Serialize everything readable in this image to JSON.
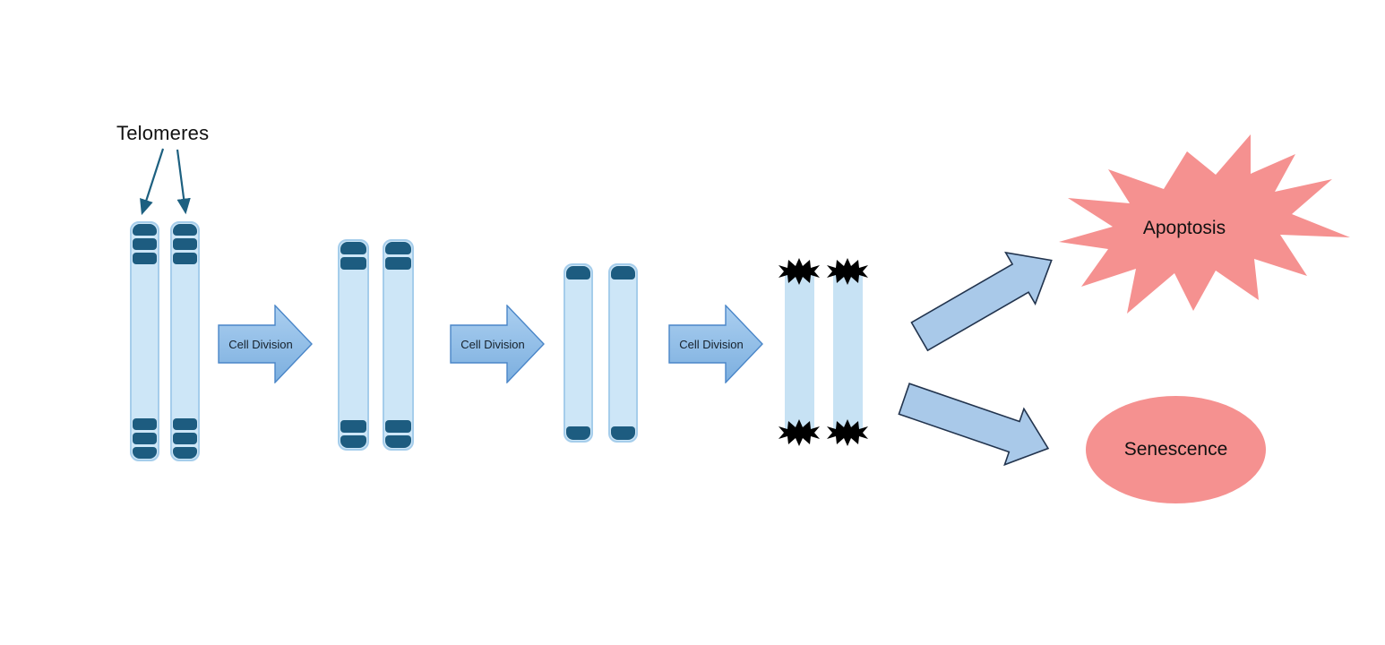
{
  "diagram": {
    "telomeres_label": "Telomeres",
    "cell_division_label": "Cell Division",
    "outcomes": {
      "apoptosis_label": "Apoptosis",
      "senescence_label": "Senescence"
    },
    "stages": [
      {
        "name": "stage-1",
        "telomere_bands": 3,
        "damaged": false
      },
      {
        "name": "stage-2",
        "telomere_bands": 2,
        "damaged": false
      },
      {
        "name": "stage-3",
        "telomere_bands": 1,
        "damaged": false
      },
      {
        "name": "stage-4",
        "telomere_bands": 0,
        "damaged": true
      }
    ],
    "colors": {
      "chromosome_fill": "#cde6f7",
      "chromosome_border": "#a5cdeb",
      "bare_chromosome_fill": "#c7e2f4",
      "telomere_band": "#1d5c80",
      "cd_arrow_fill_top": "#abcff0",
      "cd_arrow_fill_bottom": "#7cafdf",
      "cd_arrow_border": "#4a86c8",
      "diagonal_arrow_fill": "#a9c9e9",
      "diagonal_arrow_border": "#22344e",
      "burst_red": "#ee1111",
      "outcome_fill": "#f59190",
      "pointer_arrow": "#1d6080",
      "text": "#111111",
      "background": "#ffffff"
    }
  }
}
